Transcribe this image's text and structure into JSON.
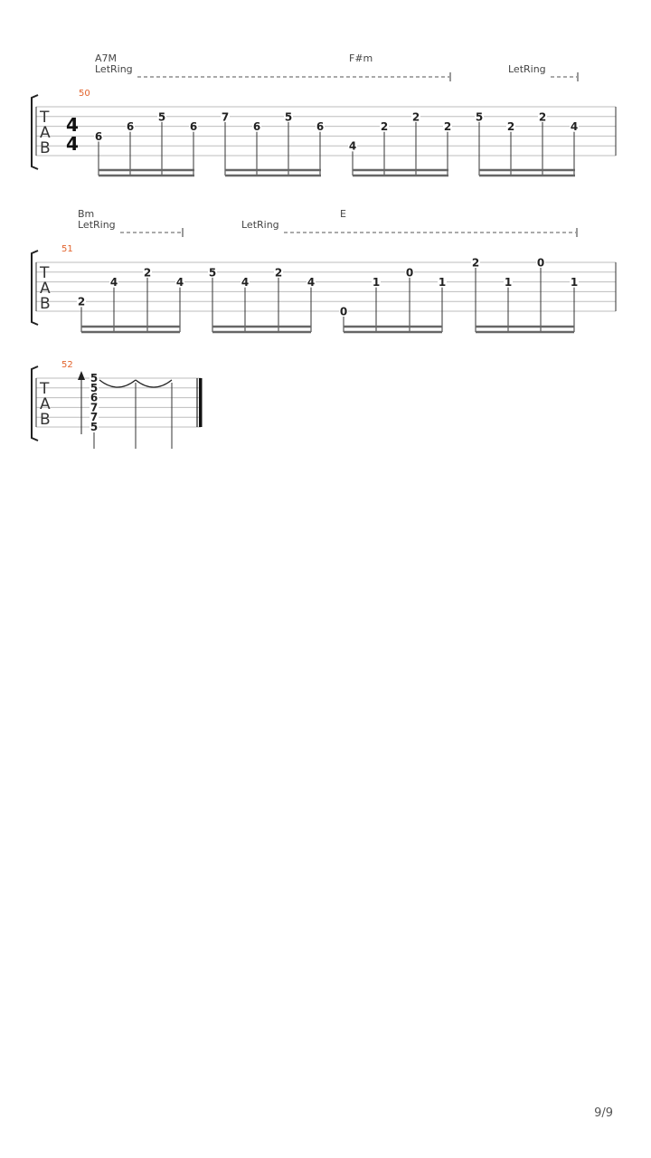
{
  "page": {
    "number": "9/9"
  },
  "tab_letters": [
    "T",
    "A",
    "B"
  ],
  "time_signature": {
    "top": "4",
    "bottom": "4"
  },
  "systems": [
    {
      "bar": "50",
      "chords": [
        "A7M",
        "F#m"
      ],
      "letring": [
        "LetRing",
        "LetRing"
      ],
      "notes": [
        {
          "s": 3,
          "f": "6"
        },
        {
          "s": 2,
          "f": "6"
        },
        {
          "s": 1,
          "f": "5"
        },
        {
          "s": 2,
          "f": "6"
        },
        {
          "s": 1,
          "f": "7"
        },
        {
          "s": 2,
          "f": "6"
        },
        {
          "s": 1,
          "f": "5"
        },
        {
          "s": 2,
          "f": "6"
        },
        {
          "s": 4,
          "f": "4"
        },
        {
          "s": 2,
          "f": "2"
        },
        {
          "s": 1,
          "f": "2"
        },
        {
          "s": 2,
          "f": "2"
        },
        {
          "s": 1,
          "f": "5"
        },
        {
          "s": 2,
          "f": "2"
        },
        {
          "s": 1,
          "f": "2"
        },
        {
          "s": 2,
          "f": "4"
        }
      ]
    },
    {
      "bar": "51",
      "chords": [
        "Bm",
        "E"
      ],
      "letring": [
        "LetRing",
        "LetRing"
      ],
      "notes": [
        {
          "s": 4,
          "f": "2"
        },
        {
          "s": 2,
          "f": "4"
        },
        {
          "s": 1,
          "f": "2"
        },
        {
          "s": 2,
          "f": "4"
        },
        {
          "s": 1,
          "f": "5"
        },
        {
          "s": 2,
          "f": "4"
        },
        {
          "s": 1,
          "f": "2"
        },
        {
          "s": 2,
          "f": "4"
        },
        {
          "s": 5,
          "f": "0"
        },
        {
          "s": 2,
          "f": "1"
        },
        {
          "s": 1,
          "f": "0"
        },
        {
          "s": 2,
          "f": "1"
        },
        {
          "s": 0,
          "f": "2"
        },
        {
          "s": 2,
          "f": "1"
        },
        {
          "s": 0,
          "f": "0"
        },
        {
          "s": 2,
          "f": "1"
        }
      ]
    },
    {
      "bar": "52",
      "chord_frets": [
        "5",
        "5",
        "6",
        "7",
        "7",
        "5"
      ]
    }
  ]
}
